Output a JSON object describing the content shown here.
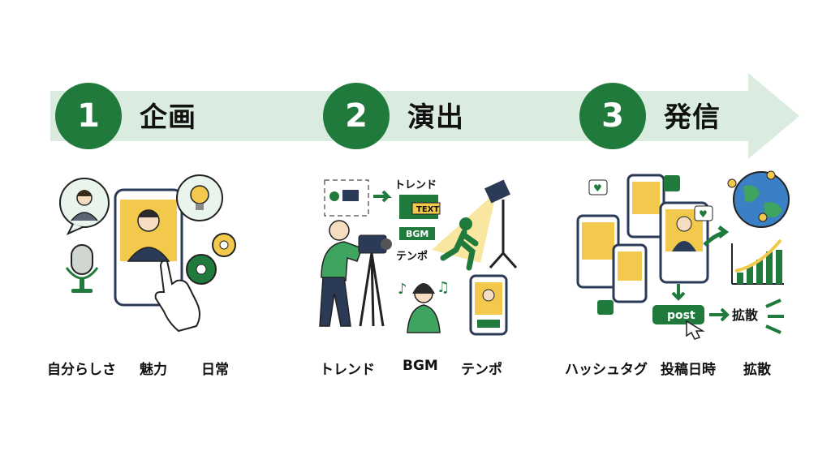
{
  "steps": [
    {
      "number": "1",
      "title": "企画",
      "keywords": [
        "自分らしさ",
        "魅力",
        "日常"
      ]
    },
    {
      "number": "2",
      "title": "演出",
      "keywords": [
        "トレンド",
        "BGM",
        "テンポ"
      ]
    },
    {
      "number": "3",
      "title": "発信",
      "keywords": [
        "ハッシュタグ",
        "投稿日時",
        "拡散"
      ]
    }
  ],
  "illustration_labels": {
    "trend": "トレンド",
    "text_tag": "TEXT",
    "bgm": "BGM",
    "tempo": "テンポ",
    "post": "post",
    "spread": "拡散"
  },
  "colors": {
    "accent": "#1f7a3c",
    "band": "#d9ecdf",
    "highlight": "#f2c94c"
  }
}
